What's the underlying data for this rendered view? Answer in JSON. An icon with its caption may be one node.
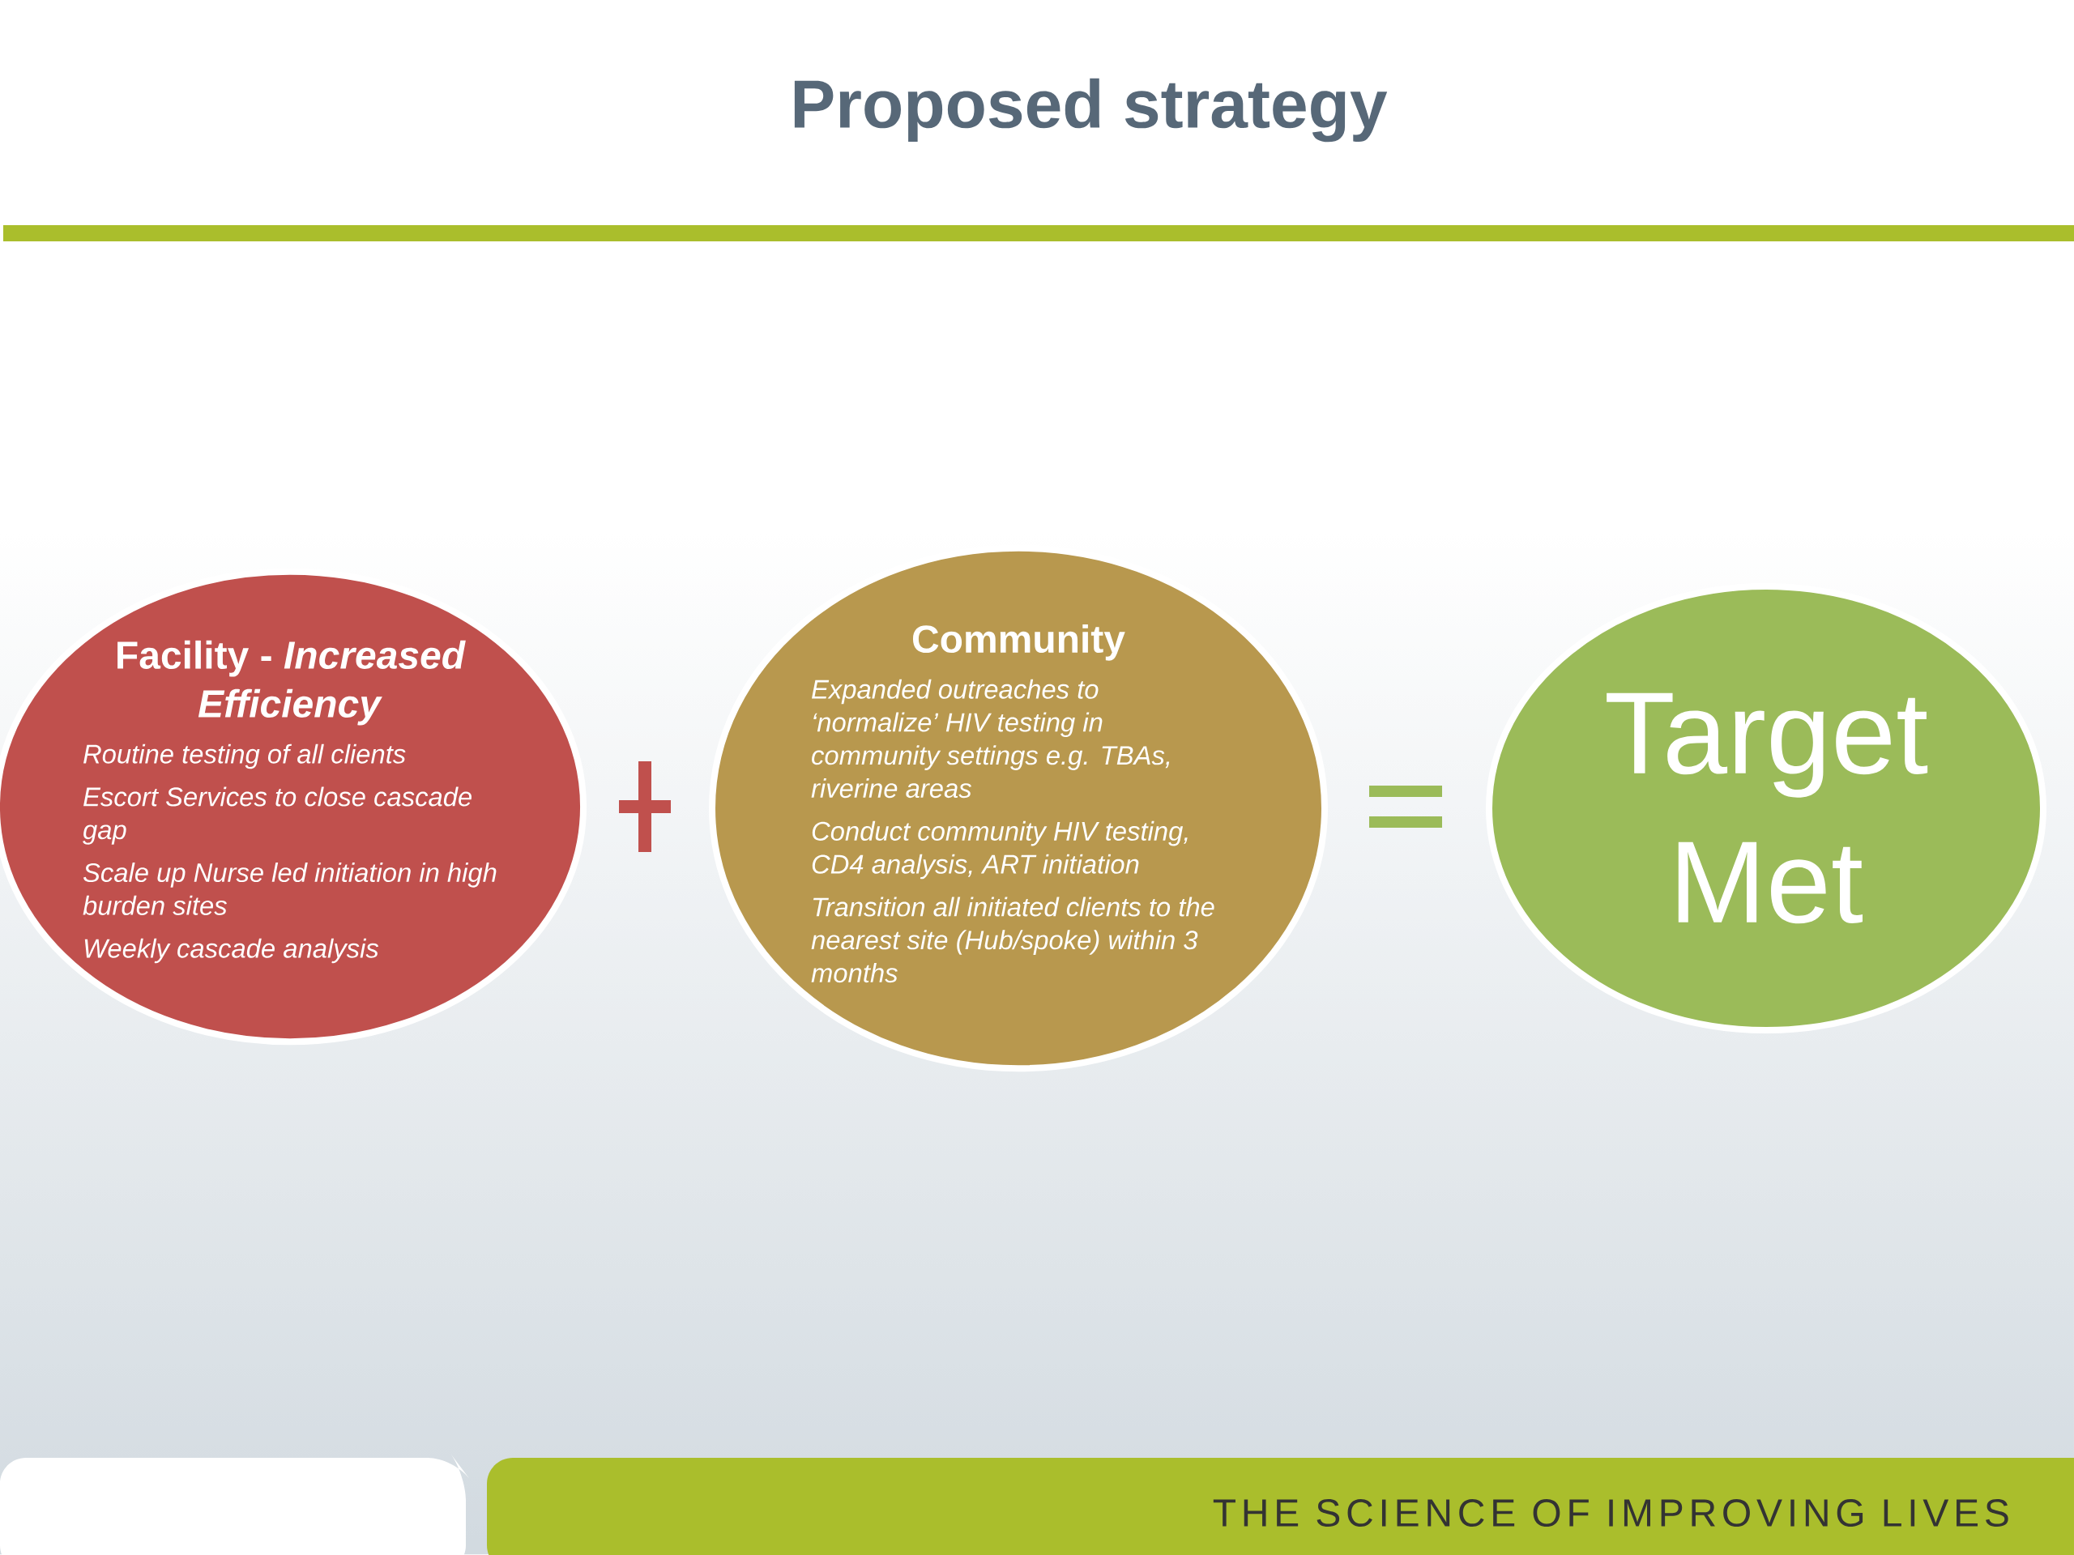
{
  "diagram": {
    "title": "Proposed strategy",
    "nodes": [
      {
        "text": [
          "Facility - *Increased Efficiency*",
          "Routine testing of all clients",
          "Escort Services to close cascade gap",
          "Scale up Nurse led initiation in high burden sites",
          "Weekly cascade analysis"
        ]
      },
      {
        "text": [
          "Community",
          "Expanded outreaches to ‘normalize’ HIV testing in community settings e.g. TBAs, riverine areas",
          "Conduct community HIV testing, CD4 analysis, ART  initiation",
          "Transition all initiated clients to the nearest site (Hub/spoke) within 3 months"
        ]
      },
      {
        "text": [
          "Target Met"
        ]
      }
    ],
    "labels": [
      "THE SCIENCE OF IMPROVING LIVES"
    ]
  }
}
